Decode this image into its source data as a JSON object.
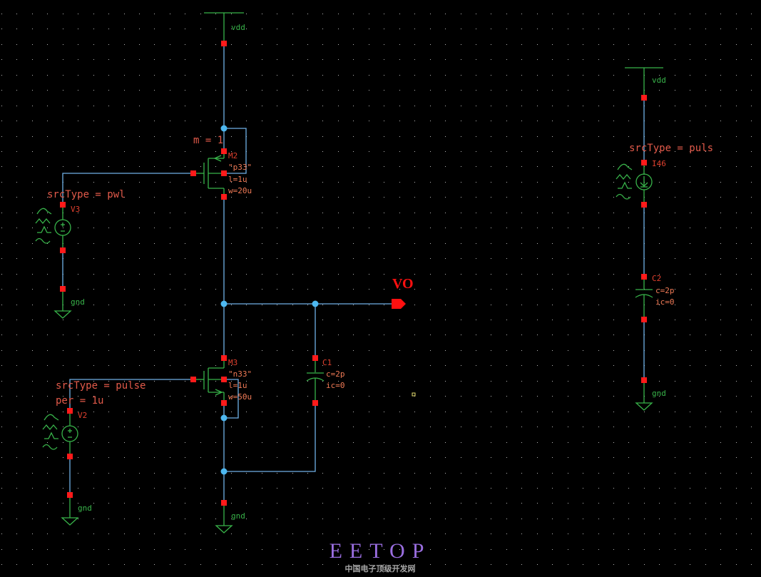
{
  "colors": {
    "background": "#000000",
    "grid_dot": "#b8b8b8",
    "wire": "#6fb1e6",
    "symbol": "#38b44a",
    "pin": "#ff1a1a",
    "prop_text": "#e25a4a",
    "inst_text": "#e0402e",
    "net_label": "#38b44a",
    "param_text": "#f07a56",
    "dot": "#4db8f0",
    "pin_label": "#ff1010",
    "watermark": "#9a6ee0",
    "watermark_sub": "#a8a8a8",
    "marker": "#e8e070"
  },
  "instances": {
    "M2": {
      "name": "M2",
      "model": "\"p33\"",
      "l": "l=1u",
      "w": "w=20u",
      "mult": "m = 1"
    },
    "M3": {
      "name": "M3",
      "model": "\"n33\"",
      "l": "l=1u",
      "w": "w=50u"
    },
    "C1": {
      "name": "C1",
      "c": "c=2p",
      "ic": "ic=0"
    },
    "C2": {
      "name": "C2",
      "c": "c=2p",
      "ic": "ic=0"
    },
    "V3": {
      "name": "V3",
      "srcType": "srcType = pwl"
    },
    "V2": {
      "name": "V2",
      "srcType": "srcType = pulse",
      "per": "per = 1u"
    },
    "I46": {
      "name": "I46",
      "srcType": "srcType = puls"
    }
  },
  "nets": {
    "vdd_main": "vdd",
    "vdd_right": "vdd",
    "gnd_v3": "gnd",
    "gnd_v2": "gnd",
    "gnd_main": "gnd",
    "gnd_right": "gnd"
  },
  "pins": {
    "output": "VO"
  },
  "watermark": {
    "title": "EETOP",
    "subtitle": "中国电子顶级开发网"
  }
}
